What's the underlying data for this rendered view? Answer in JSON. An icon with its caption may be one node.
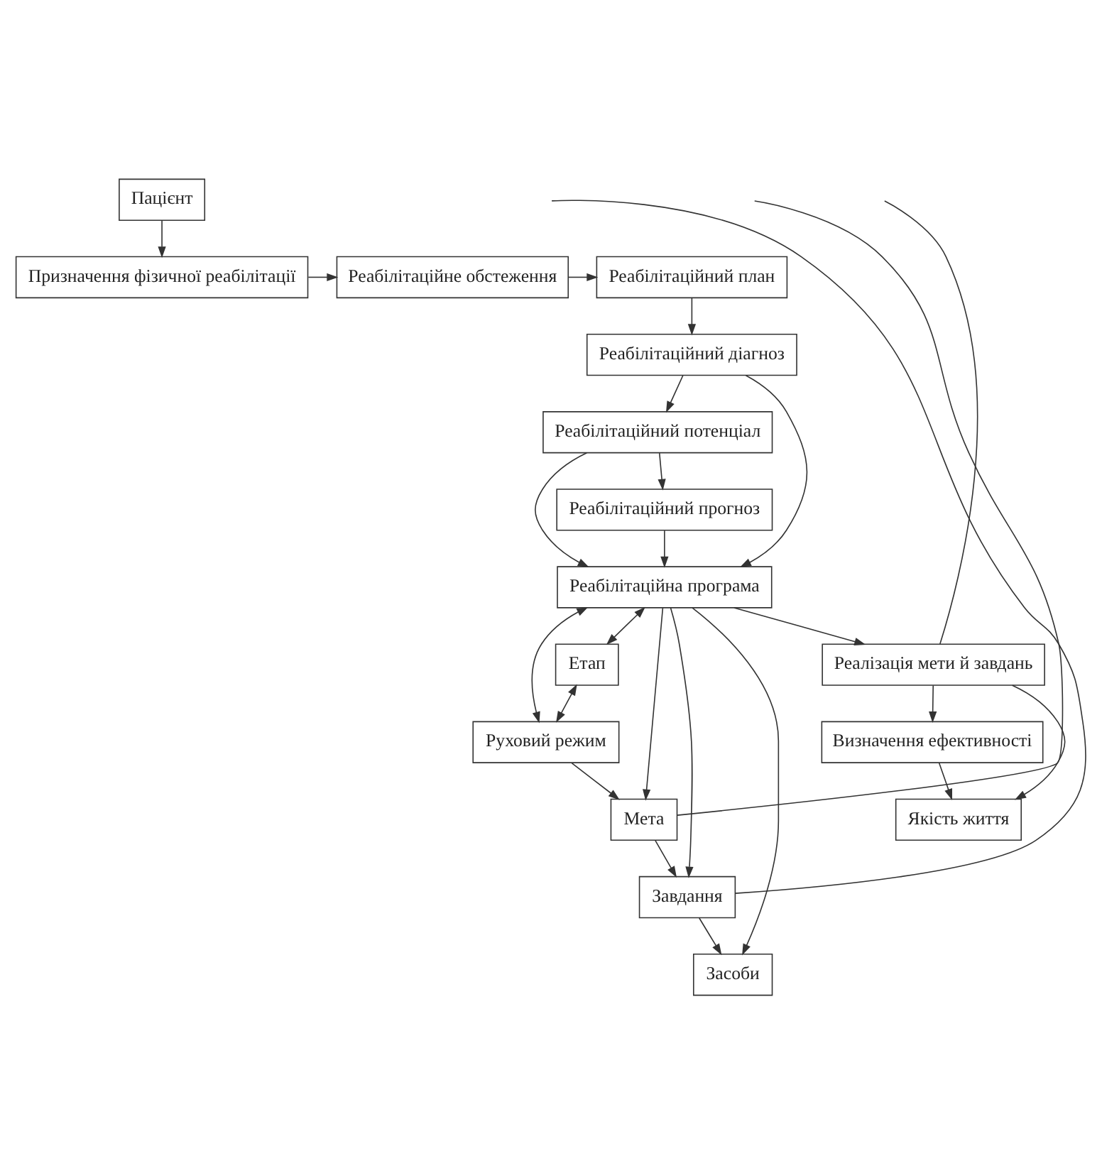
{
  "diagram": {
    "nodes": [
      {
        "text": [
          "Пацієнт"
        ]
      },
      {
        "text": [
          "Призначення фізичної реабілітації"
        ]
      },
      {
        "text": [
          "Реабілітаційне обстеження"
        ]
      },
      {
        "text": [
          "Реабілітаційний план"
        ]
      },
      {
        "text": [
          "Реабілітаційний діагноз"
        ]
      },
      {
        "text": [
          "Етап"
        ]
      },
      {
        "text": [
          "Реабілітаційний потенціал"
        ]
      },
      {
        "text": [
          "Руховий режим"
        ]
      },
      {
        "text": [
          "Реабілітаційна програма"
        ]
      },
      {
        "text": [
          "Мета"
        ]
      },
      {
        "text": [
          "Реабілітаційний прогноз"
        ]
      },
      {
        "text": [
          "Завдання"
        ]
      },
      {
        "text": [
          "Засоби"
        ]
      },
      {
        "text": [
          "Реалізація мети й завдань"
        ]
      },
      {
        "text": [
          "Визначення ефективності"
        ]
      },
      {
        "text": [
          "Якість життя"
        ]
      }
    ],
    "edges": [
      {
        "from": 0,
        "to": 1,
        "arrow": "to"
      },
      {
        "from": 1,
        "to": 2,
        "arrow": "to"
      },
      {
        "from": 2,
        "to": 3,
        "arrow": "to"
      },
      {
        "from": 3,
        "to": 4,
        "arrow": "to"
      },
      {
        "from": 4,
        "to": 6,
        "arrow": "to"
      },
      {
        "from": 4,
        "to": 8,
        "arrow": "to"
      },
      {
        "from": 6,
        "to": 10,
        "arrow": "to"
      },
      {
        "from": 6,
        "to": 8,
        "arrow": "to"
      },
      {
        "from": 10,
        "to": 8,
        "arrow": "to"
      },
      {
        "from": 8,
        "to": 5,
        "arrow": "both"
      },
      {
        "from": 5,
        "to": 7,
        "arrow": "both"
      },
      {
        "from": 7,
        "to": 8,
        "arrow": "both"
      },
      {
        "from": 7,
        "to": 9,
        "arrow": "to"
      },
      {
        "from": 8,
        "to": 9,
        "arrow": "to"
      },
      {
        "from": 9,
        "to": 11,
        "arrow": "to"
      },
      {
        "from": 8,
        "to": 11,
        "arrow": "to"
      },
      {
        "from": 8,
        "to": 12,
        "arrow": "to"
      },
      {
        "from": 11,
        "to": 12,
        "arrow": "to"
      },
      {
        "from": 8,
        "to": 13,
        "arrow": "to"
      },
      {
        "from": 13,
        "to": 14,
        "arrow": "to"
      },
      {
        "from": 13,
        "to": 15,
        "arrow": "to"
      },
      {
        "from": 14,
        "to": 15,
        "arrow": "to"
      },
      {
        "from": 9,
        "to": null,
        "arrow": "none"
      },
      {
        "from": 11,
        "to": null,
        "arrow": "none"
      },
      {
        "from": 13,
        "to": null,
        "arrow": "none"
      }
    ]
  }
}
